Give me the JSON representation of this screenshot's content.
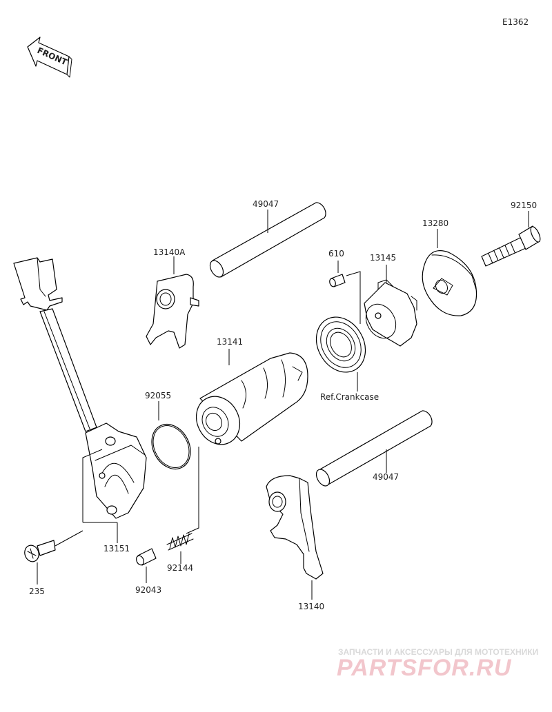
{
  "diagram_code": "E1362",
  "front_arrow_label": "FRONT",
  "parts": {
    "shaft_upper": "49047",
    "shaft_lower": "49047",
    "fork_upper": "13140A",
    "fork_lower": "13140",
    "drum": "13141",
    "o_ring": "92055",
    "sensor_housing": "13151",
    "screw": "235",
    "pin_small": "92043",
    "spring": "92144",
    "dowel_pin": "610",
    "cam": "13145",
    "plate": "13280",
    "bolt": "92150",
    "bearing_note": "Ref.Crankcase"
  },
  "watermark": {
    "tagline": "ЗАПЧАСТИ И АКСЕССУАРЫ ДЛЯ МОТОТЕХНИКИ",
    "logo": "PARTSFOR.RU"
  }
}
